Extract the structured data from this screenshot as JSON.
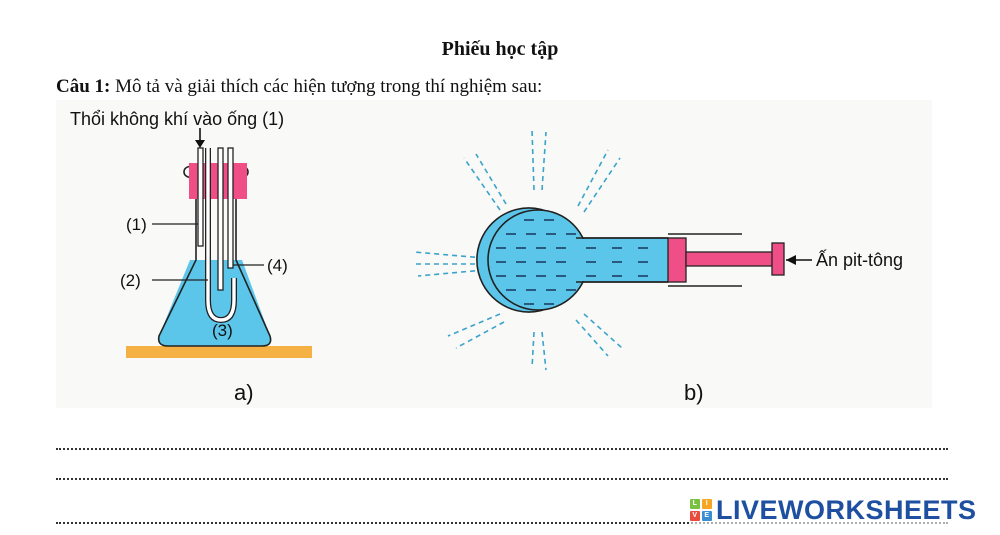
{
  "sheet": {
    "title": "Phiếu học tập",
    "question_label": "Câu 1:",
    "question_text": " Mô tả và giải thích các hiện tượng trong thí nghiệm sau:"
  },
  "figure_a": {
    "top_label": "Thổi không khí vào ống (1)",
    "label_1": "(1)",
    "label_2": "(2)",
    "label_3": "(3)",
    "label_4": "(4)",
    "caption": "a)"
  },
  "figure_b": {
    "piston_label": "Ấn pit-tông",
    "caption": "b)"
  },
  "answer_lines": 3,
  "watermark": {
    "text": "LIVEWORKSHEETS",
    "icon": "liveworksheets-logo-icon"
  },
  "colors": {
    "water": "#5cc6ea",
    "stopper": "#ef4f86",
    "table": "#f6b144",
    "brand": "#1e4fa0"
  }
}
